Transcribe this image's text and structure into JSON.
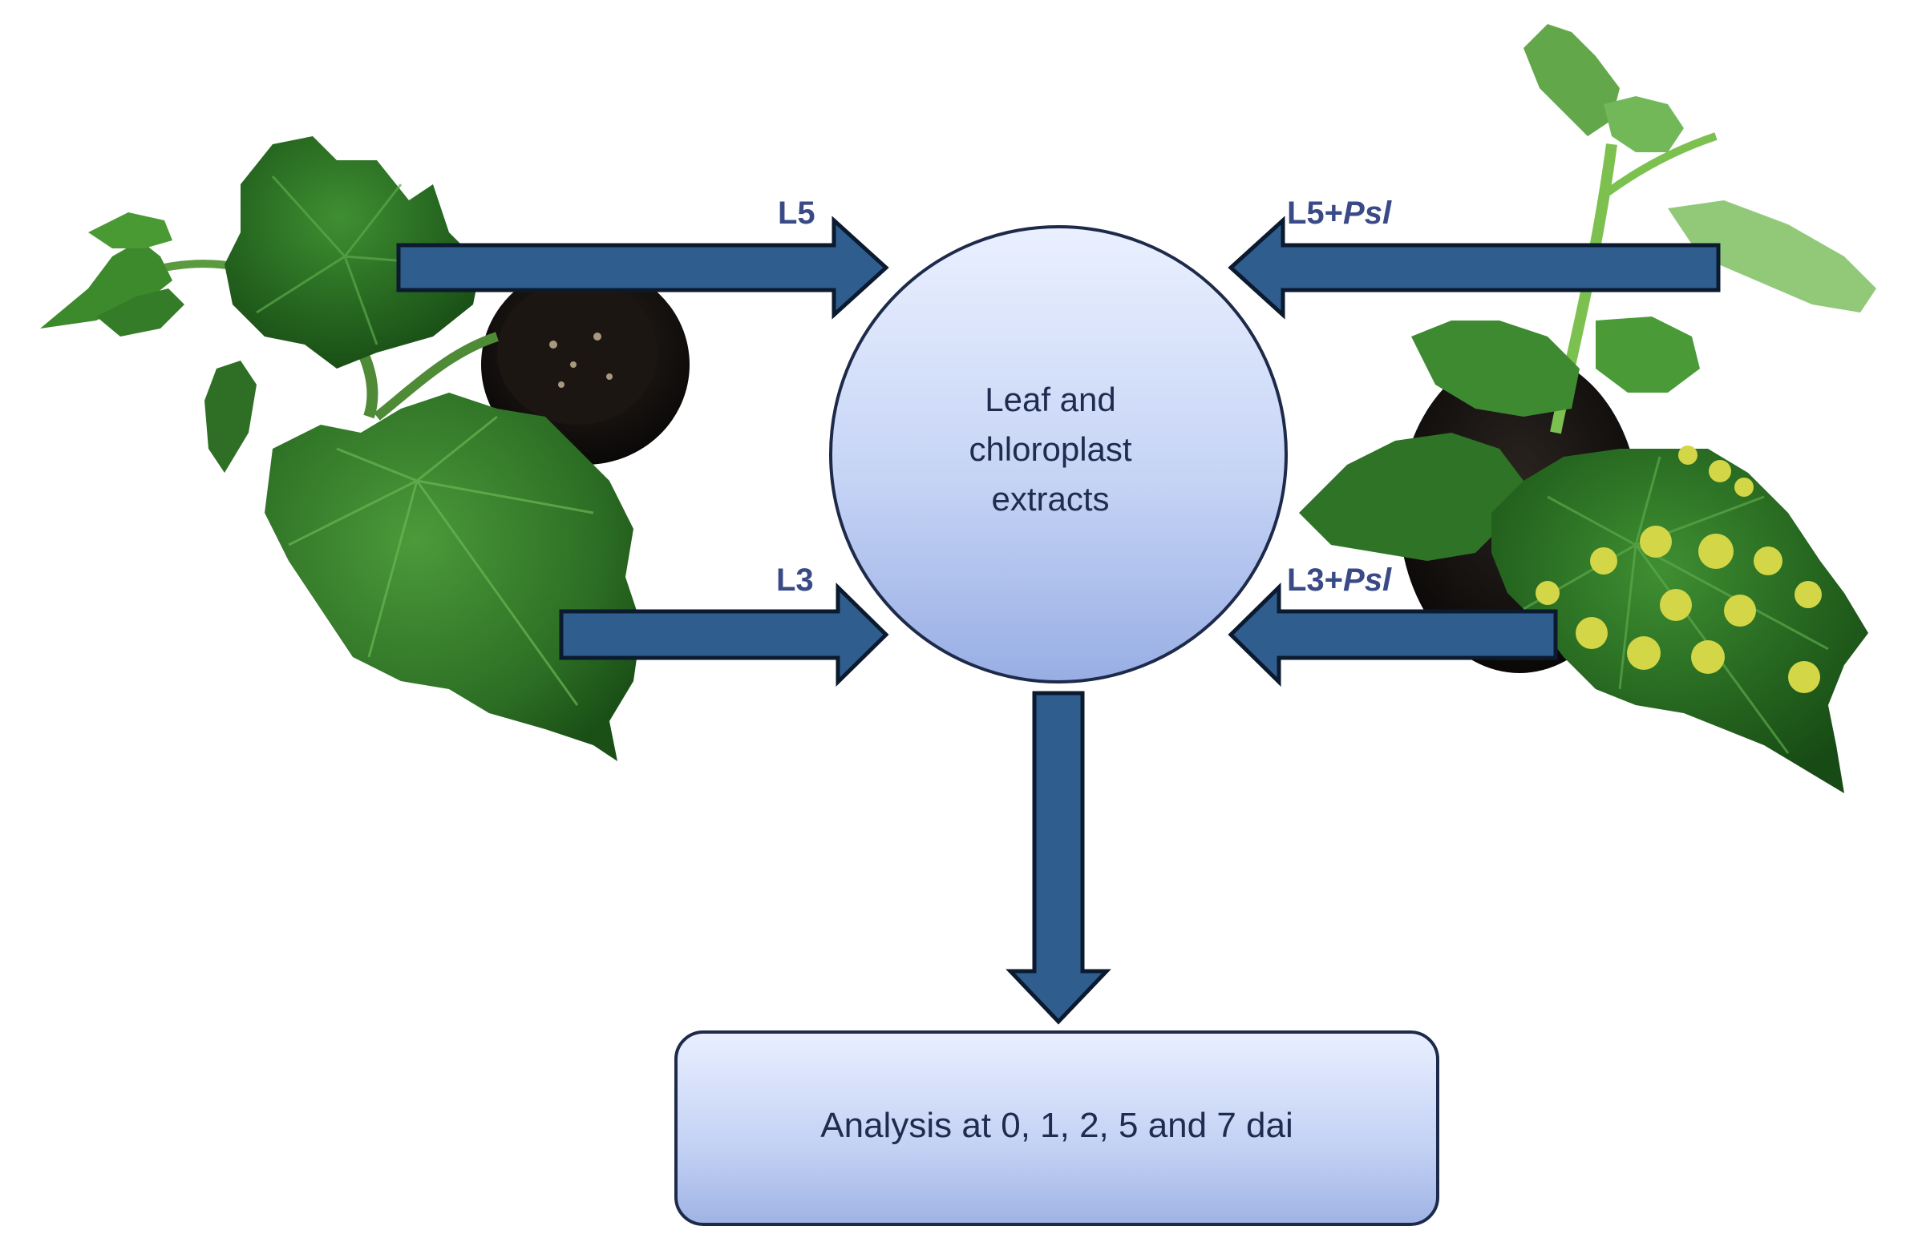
{
  "inputs": {
    "l5": "L5",
    "l3": "L3",
    "l5_psl_prefix": "L5+",
    "l3_psl_prefix": "L3+",
    "psl_suffix": "Psl"
  },
  "center": {
    "line1": "Leaf and",
    "line2": "chloroplast",
    "line3": "extracts"
  },
  "output": {
    "label": "Analysis at 0, 1, 2, 5 and 7 dai"
  },
  "colors": {
    "arrow_fill": "#2f5d8e",
    "arrow_stroke": "#0b1a2e",
    "label_text": "#3a4a86",
    "circle_top": "#e8efff",
    "circle_bottom": "#9db2e6",
    "leaf_dark": "#1f5a1c",
    "leaf_mid": "#2f7a26",
    "lesion": "#d4d54a"
  },
  "icons": {
    "healthy_plant": "healthy-cucumber-plant-icon",
    "infected_plant": "infected-cucumber-plant-icon"
  }
}
